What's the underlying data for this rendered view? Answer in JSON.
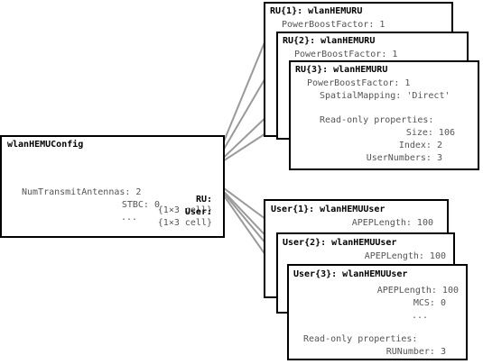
{
  "config": {
    "title": "wlanHEMUConfig",
    "ru_label": "RU:",
    "ru_value": "{1×3 cell}",
    "user_label": "User:",
    "user_value": "{1×3 cell}",
    "antennas": "NumTransmitAntennas: 2",
    "stbc": "STBC: 0",
    "ellipsis": "..."
  },
  "ru": [
    {
      "title": "RU{1}: wlanHEMURU",
      "power": "PowerBoostFactor: 1"
    },
    {
      "title": "RU{2}: wlanHEMURU",
      "power": "PowerBoostFactor: 1"
    },
    {
      "title": "RU{3}: wlanHEMURU",
      "power": "PowerBoostFactor: 1",
      "mapping": "SpatialMapping: 'Direct'",
      "readonly": "Read-only properties:",
      "size": "Size: 106",
      "index": "Index: 2",
      "usernumbers": "UserNumbers: 3"
    }
  ],
  "users": [
    {
      "title": "User{1}: wlanHEMUUser",
      "apep": "APEPLength: 100"
    },
    {
      "title": "User{2}: wlanHEMUUser",
      "apep": "APEPLength: 100"
    },
    {
      "title": "User{3}: wlanHEMUUser",
      "apep": "APEPLength: 100",
      "mcs": "MCS: 0",
      "ellipsis": "...",
      "readonly": "Read-only properties:",
      "runumber": "RUNumber: 3"
    }
  ]
}
